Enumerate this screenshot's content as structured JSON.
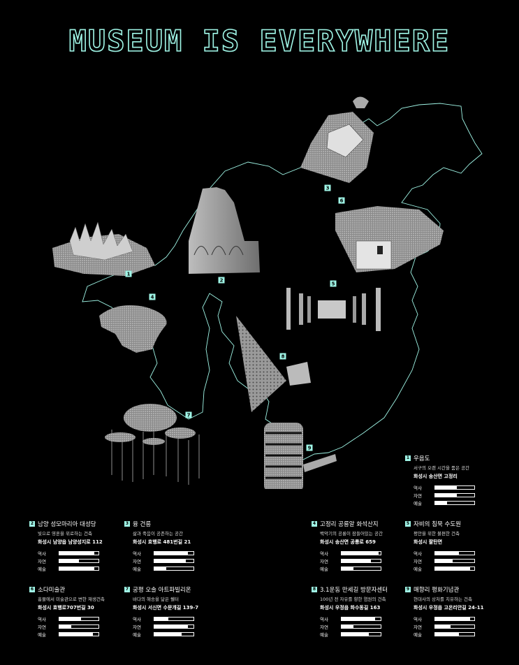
{
  "title": "MUSEUM IS EVERYWHERE",
  "colors": {
    "accent": "#9ff5e6",
    "background": "#000000",
    "text": "#ffffff"
  },
  "legend_labels": [
    "역사",
    "자연",
    "예술"
  ],
  "map_markers": [
    "1",
    "2",
    "3",
    "4",
    "5",
    "6",
    "7",
    "8",
    "9"
  ],
  "places": [
    {
      "num": "1",
      "name": "우음도",
      "desc": "서구의 오랜 시간을 품은 공간",
      "addr": "화성시 송산면 고정리",
      "scores": [
        0.55,
        0.55,
        0.3
      ]
    },
    {
      "num": "2",
      "name": "남양 성모마리아 대성당",
      "desc": "빛으로 영혼을 위로하는 건축",
      "addr": "화성시 남양읍 남양성지로 112",
      "scores": [
        0.9,
        0.5,
        0.9
      ]
    },
    {
      "num": "3",
      "name": "융 건릉",
      "desc": "삶과 죽음이 공존하는 공간",
      "addr": "화성시 효행로 481번길 21",
      "scores": [
        0.85,
        0.8,
        0.3
      ]
    },
    {
      "num": "4",
      "name": "고정리 공룡알 화석산지",
      "desc": "백악기의 공룡이 잠들어있는 공간",
      "addr": "화성시 송산면 공룡로 659",
      "scores": [
        0.95,
        0.75,
        0.3
      ]
    },
    {
      "num": "5",
      "name": "자비의 침묵 수도원",
      "desc": "평안을 위한 불편한 건축",
      "addr": "화성시 팔탄면",
      "scores": [
        0.6,
        0.45,
        0.9
      ]
    },
    {
      "num": "6",
      "name": "소다미술관",
      "desc": "흉물에서 미술관으로 변한 재생건축",
      "addr": "화성시 효행로707번길 30",
      "scores": [
        0.55,
        0.3,
        0.85
      ]
    },
    {
      "num": "7",
      "name": "궁평 오솔 아트파빌리온",
      "desc": "바다의 해송을 닮은 쉘터",
      "addr": "화성시 서신면 수문개길 139-7",
      "scores": [
        0.35,
        0.85,
        0.7
      ]
    },
    {
      "num": "8",
      "name": "3.1운동 만세길 방문자센터",
      "desc": "100년 전 자유를 향한 염원의 건축",
      "addr": "화성시 우정읍 화수동길 163",
      "scores": [
        0.85,
        0.3,
        0.7
      ]
    },
    {
      "num": "9",
      "name": "매향리 평화기념관",
      "desc": "현대사의 상처를 치유하는 건축",
      "addr": "화성시 우정읍 고온리안길 24-11",
      "scores": [
        0.9,
        0.4,
        0.6
      ]
    }
  ]
}
